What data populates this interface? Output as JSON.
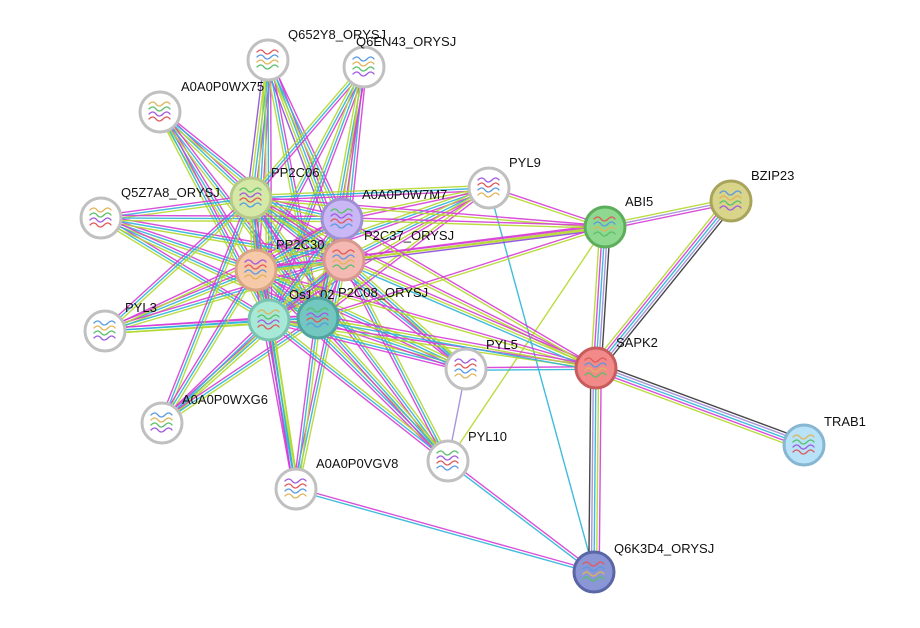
{
  "nodes": [
    {
      "id": "Q652Y8",
      "label": "Q652Y8_ORYSJ",
      "color": "#ffffff",
      "border": "#c0c0c0"
    },
    {
      "id": "Q6EN43",
      "label": "Q6EN43_ORYSJ",
      "color": "#ffffff",
      "border": "#c0c0c0"
    },
    {
      "id": "A0A0P0WX75",
      "label": "A0A0P0WX75",
      "color": "#ffffff",
      "border": "#c0c0c0"
    },
    {
      "id": "PP2C06",
      "label": "PP2C06",
      "color": "#d6e8a6",
      "border": "#b5c98a"
    },
    {
      "id": "PYL9",
      "label": "PYL9",
      "color": "#ffffff",
      "border": "#c0c0c0"
    },
    {
      "id": "ABI5",
      "label": "ABI5",
      "color": "#8fd88f",
      "border": "#5cae5c"
    },
    {
      "id": "BZIP23",
      "label": "BZIP23",
      "color": "#d8d48a",
      "border": "#a8a45c"
    },
    {
      "id": "Q5Z7A8",
      "label": "Q5Z7A8_ORYSJ",
      "color": "#ffffff",
      "border": "#c0c0c0"
    },
    {
      "id": "A0A0P0W7M7",
      "label": "A0A0P0W7M7",
      "color": "#c9b8f5",
      "border": "#a18fd6"
    },
    {
      "id": "PP2C30",
      "label": "PP2C30",
      "color": "#f6c9a8",
      "border": "#d8a684"
    },
    {
      "id": "P2C37",
      "label": "P2C37_ORYSJ",
      "color": "#f4b9b2",
      "border": "#d89890"
    },
    {
      "id": "PYL3",
      "label": "PYL3",
      "color": "#ffffff",
      "border": "#c0c0c0"
    },
    {
      "id": "Os1",
      "label": "Os1_02",
      "color": "#a8e8d6",
      "border": "#78c4b0"
    },
    {
      "id": "P2C08",
      "label": "P2C08_ORYSJ",
      "color": "#72c8c0",
      "border": "#4fa59d"
    },
    {
      "id": "PYL5",
      "label": "PYL5",
      "color": "#ffffff",
      "border": "#c0c0c0"
    },
    {
      "id": "SAPK2",
      "label": "SAPK2",
      "color": "#f28a8a",
      "border": "#c85c5c"
    },
    {
      "id": "A0A0P0WXG6",
      "label": "A0A0P0WXG6",
      "color": "#ffffff",
      "border": "#c0c0c0"
    },
    {
      "id": "TRAB1",
      "label": "TRAB1",
      "color": "#b8e2f8",
      "border": "#86b6d2"
    },
    {
      "id": "PYL10",
      "label": "PYL10",
      "color": "#ffffff",
      "border": "#c0c0c0"
    },
    {
      "id": "A0A0P0VGV8",
      "label": "A0A0P0VGV8",
      "color": "#ffffff",
      "border": "#c0c0c0"
    },
    {
      "id": "Q6K3D4",
      "label": "Q6K3D4_ORYSJ",
      "color": "#8a96d6",
      "border": "#5a66a6"
    }
  ],
  "edge_colors": {
    "magenta": "#d63cd6",
    "cyan": "#2cb4d8",
    "lime": "#b4d82c",
    "purple": "#8a4cd6",
    "violet": "#a08ad8",
    "black": "#333333",
    "green": "#3cb43c"
  },
  "edges": [
    [
      "Q652Y8",
      "PP2C06",
      [
        "magenta",
        "cyan",
        "lime",
        "purple"
      ]
    ],
    [
      "Q652Y8",
      "PP2C30",
      [
        "magenta",
        "cyan",
        "lime"
      ]
    ],
    [
      "Q652Y8",
      "P2C37",
      [
        "magenta",
        "cyan",
        "lime",
        "purple"
      ]
    ],
    [
      "Q652Y8",
      "Os1",
      [
        "magenta",
        "cyan",
        "lime"
      ]
    ],
    [
      "Q652Y8",
      "P2C08",
      [
        "magenta",
        "cyan",
        "lime"
      ]
    ],
    [
      "Q652Y8",
      "A0A0P0W7M7",
      [
        "magenta",
        "cyan",
        "lime"
      ]
    ],
    [
      "Q6EN43",
      "PP2C06",
      [
        "magenta",
        "cyan",
        "lime"
      ]
    ],
    [
      "Q6EN43",
      "PP2C30",
      [
        "magenta",
        "cyan",
        "lime"
      ]
    ],
    [
      "Q6EN43",
      "P2C37",
      [
        "magenta",
        "cyan",
        "lime"
      ]
    ],
    [
      "Q6EN43",
      "Os1",
      [
        "magenta",
        "cyan",
        "lime"
      ]
    ],
    [
      "Q6EN43",
      "P2C08",
      [
        "magenta",
        "cyan",
        "lime"
      ]
    ],
    [
      "Q6EN43",
      "A0A0P0W7M7",
      [
        "magenta",
        "lime"
      ]
    ],
    [
      "A0A0P0WX75",
      "PP2C06",
      [
        "magenta",
        "cyan",
        "lime"
      ]
    ],
    [
      "A0A0P0WX75",
      "PP2C30",
      [
        "magenta",
        "cyan",
        "lime"
      ]
    ],
    [
      "A0A0P0WX75",
      "P2C37",
      [
        "magenta",
        "cyan",
        "lime"
      ]
    ],
    [
      "A0A0P0WX75",
      "Os1",
      [
        "magenta",
        "cyan",
        "lime"
      ]
    ],
    [
      "A0A0P0WX75",
      "P2C08",
      [
        "magenta",
        "cyan",
        "lime"
      ]
    ],
    [
      "Q5Z7A8",
      "PP2C06",
      [
        "magenta",
        "cyan",
        "lime"
      ]
    ],
    [
      "Q5Z7A8",
      "PP2C30",
      [
        "magenta",
        "cyan",
        "lime"
      ]
    ],
    [
      "Q5Z7A8",
      "P2C37",
      [
        "magenta",
        "cyan",
        "lime"
      ]
    ],
    [
      "Q5Z7A8",
      "Os1",
      [
        "magenta",
        "cyan",
        "lime"
      ]
    ],
    [
      "Q5Z7A8",
      "P2C08",
      [
        "magenta",
        "cyan",
        "lime"
      ]
    ],
    [
      "Q5Z7A8",
      "A0A0P0W7M7",
      [
        "magenta",
        "cyan",
        "lime"
      ]
    ],
    [
      "PYL3",
      "PP2C06",
      [
        "magenta",
        "cyan",
        "lime"
      ]
    ],
    [
      "PYL3",
      "PP2C30",
      [
        "magenta",
        "cyan",
        "lime"
      ]
    ],
    [
      "PYL3",
      "P2C37",
      [
        "magenta",
        "cyan",
        "lime"
      ]
    ],
    [
      "PYL3",
      "Os1",
      [
        "magenta",
        "cyan",
        "lime"
      ]
    ],
    [
      "PYL3",
      "P2C08",
      [
        "magenta",
        "cyan",
        "lime"
      ]
    ],
    [
      "PYL3",
      "A0A0P0W7M7",
      [
        "magenta",
        "lime"
      ]
    ],
    [
      "A0A0P0WXG6",
      "PP2C06",
      [
        "magenta",
        "cyan",
        "lime"
      ]
    ],
    [
      "A0A0P0WXG6",
      "PP2C30",
      [
        "magenta",
        "cyan",
        "lime"
      ]
    ],
    [
      "A0A0P0WXG6",
      "P2C37",
      [
        "magenta",
        "cyan",
        "lime"
      ]
    ],
    [
      "A0A0P0WXG6",
      "Os1",
      [
        "magenta",
        "cyan",
        "lime"
      ]
    ],
    [
      "A0A0P0WXG6",
      "P2C08",
      [
        "magenta",
        "cyan",
        "lime"
      ]
    ],
    [
      "A0A0P0VGV8",
      "PP2C06",
      [
        "magenta",
        "cyan",
        "lime"
      ]
    ],
    [
      "A0A0P0VGV8",
      "PP2C30",
      [
        "magenta",
        "cyan",
        "lime"
      ]
    ],
    [
      "A0A0P0VGV8",
      "P2C37",
      [
        "magenta",
        "cyan",
        "lime"
      ]
    ],
    [
      "A0A0P0VGV8",
      "Os1",
      [
        "magenta",
        "cyan",
        "lime"
      ]
    ],
    [
      "A0A0P0VGV8",
      "P2C08",
      [
        "magenta",
        "cyan",
        "lime"
      ]
    ],
    [
      "A0A0P0VGV8",
      "Q6K3D4",
      [
        "magenta",
        "cyan"
      ]
    ],
    [
      "PYL10",
      "PP2C06",
      [
        "magenta",
        "cyan",
        "lime"
      ]
    ],
    [
      "PYL10",
      "PP2C30",
      [
        "magenta",
        "cyan",
        "lime"
      ]
    ],
    [
      "PYL10",
      "P2C37",
      [
        "magenta",
        "cyan",
        "lime"
      ]
    ],
    [
      "PYL10",
      "Os1",
      [
        "magenta",
        "cyan",
        "lime"
      ]
    ],
    [
      "PYL10",
      "P2C08",
      [
        "magenta",
        "cyan",
        "lime"
      ]
    ],
    [
      "PYL10",
      "Q6K3D4",
      [
        "magenta",
        "cyan"
      ]
    ],
    [
      "PYL10",
      "ABI5",
      [
        "lime"
      ]
    ],
    [
      "PYL10",
      "PYL5",
      [
        "violet"
      ]
    ],
    [
      "PYL5",
      "PP2C06",
      [
        "magenta",
        "cyan",
        "lime"
      ]
    ],
    [
      "PYL5",
      "PP2C30",
      [
        "magenta",
        "cyan",
        "lime"
      ]
    ],
    [
      "PYL5",
      "P2C37",
      [
        "magenta",
        "cyan",
        "lime"
      ]
    ],
    [
      "PYL5",
      "Os1",
      [
        "magenta",
        "cyan",
        "lime"
      ]
    ],
    [
      "PYL5",
      "P2C08",
      [
        "magenta",
        "cyan",
        "lime"
      ]
    ],
    [
      "PYL5",
      "SAPK2",
      [
        "magenta",
        "cyan"
      ]
    ],
    [
      "PYL9",
      "PP2C06",
      [
        "magenta",
        "cyan",
        "lime"
      ]
    ],
    [
      "PYL9",
      "PP2C30",
      [
        "magenta",
        "cyan",
        "lime"
      ]
    ],
    [
      "PYL9",
      "P2C37",
      [
        "magenta",
        "cyan",
        "lime"
      ]
    ],
    [
      "PYL9",
      "Os1",
      [
        "magenta",
        "lime"
      ]
    ],
    [
      "PYL9",
      "P2C08",
      [
        "magenta",
        "lime"
      ]
    ],
    [
      "PYL9",
      "A0A0P0W7M7",
      [
        "magenta",
        "lime"
      ]
    ],
    [
      "PYL9",
      "ABI5",
      [
        "magenta",
        "lime"
      ]
    ],
    [
      "PYL9",
      "Q6K3D4",
      [
        "cyan"
      ]
    ],
    [
      "PP2C06",
      "PP2C30",
      [
        "magenta",
        "cyan",
        "lime"
      ]
    ],
    [
      "PP2C06",
      "P2C37",
      [
        "magenta",
        "cyan",
        "lime"
      ]
    ],
    [
      "PP2C06",
      "Os1",
      [
        "magenta",
        "cyan",
        "lime"
      ]
    ],
    [
      "PP2C06",
      "P2C08",
      [
        "magenta",
        "cyan",
        "lime"
      ]
    ],
    [
      "PP2C06",
      "A0A0P0W7M7",
      [
        "magenta",
        "cyan",
        "lime"
      ]
    ],
    [
      "PP2C06",
      "ABI5",
      [
        "magenta",
        "lime"
      ]
    ],
    [
      "PP2C06",
      "SAPK2",
      [
        "magenta",
        "lime"
      ]
    ],
    [
      "PP2C30",
      "P2C37",
      [
        "magenta",
        "cyan",
        "lime"
      ]
    ],
    [
      "PP2C30",
      "Os1",
      [
        "magenta",
        "cyan",
        "lime"
      ]
    ],
    [
      "PP2C30",
      "P2C08",
      [
        "magenta",
        "cyan",
        "lime"
      ]
    ],
    [
      "PP2C30",
      "A0A0P0W7M7",
      [
        "magenta",
        "cyan",
        "lime"
      ]
    ],
    [
      "PP2C30",
      "ABI5",
      [
        "magenta",
        "lime"
      ]
    ],
    [
      "PP2C30",
      "SAPK2",
      [
        "magenta",
        "lime"
      ]
    ],
    [
      "P2C37",
      "Os1",
      [
        "magenta",
        "cyan",
        "lime"
      ]
    ],
    [
      "P2C37",
      "P2C08",
      [
        "magenta",
        "cyan",
        "lime"
      ]
    ],
    [
      "P2C37",
      "A0A0P0W7M7",
      [
        "magenta",
        "cyan",
        "lime"
      ]
    ],
    [
      "P2C37",
      "ABI5",
      [
        "magenta",
        "lime",
        "purple"
      ]
    ],
    [
      "P2C37",
      "SAPK2",
      [
        "magenta",
        "lime",
        "cyan"
      ]
    ],
    [
      "Os1",
      "P2C08",
      [
        "magenta",
        "cyan",
        "lime"
      ]
    ],
    [
      "Os1",
      "A0A0P0W7M7",
      [
        "magenta",
        "cyan",
        "lime"
      ]
    ],
    [
      "Os1",
      "SAPK2",
      [
        "magenta",
        "lime"
      ]
    ],
    [
      "P2C08",
      "A0A0P0W7M7",
      [
        "magenta",
        "cyan",
        "lime"
      ]
    ],
    [
      "P2C08",
      "ABI5",
      [
        "magenta",
        "lime"
      ]
    ],
    [
      "P2C08",
      "SAPK2",
      [
        "magenta",
        "lime",
        "cyan"
      ]
    ],
    [
      "A0A0P0W7M7",
      "ABI5",
      [
        "magenta",
        "lime"
      ]
    ],
    [
      "A0A0P0W7M7",
      "SAPK2",
      [
        "magenta",
        "lime"
      ]
    ],
    [
      "ABI5",
      "SAPK2",
      [
        "black",
        "violet",
        "cyan",
        "magenta",
        "lime"
      ]
    ],
    [
      "ABI5",
      "BZIP23",
      [
        "lime",
        "violet",
        "magenta"
      ]
    ],
    [
      "BZIP23",
      "SAPK2",
      [
        "black",
        "violet",
        "cyan",
        "magenta",
        "lime"
      ]
    ],
    [
      "SAPK2",
      "TRAB1",
      [
        "black",
        "violet",
        "cyan",
        "magenta",
        "lime"
      ]
    ],
    [
      "SAPK2",
      "Q6K3D4",
      [
        "magenta",
        "lime",
        "cyan",
        "violet",
        "black"
      ]
    ]
  ]
}
